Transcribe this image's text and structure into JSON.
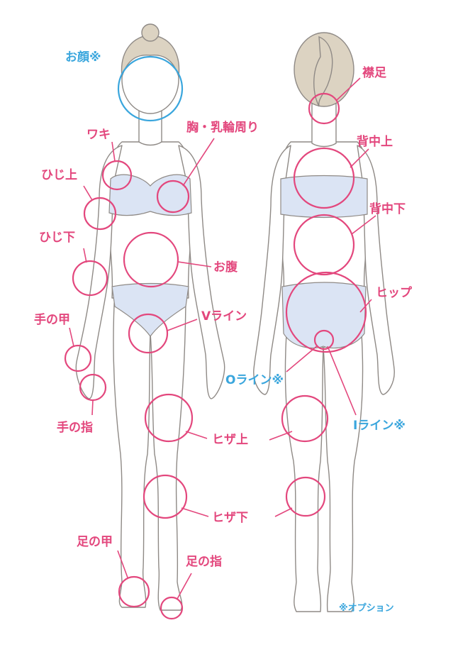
{
  "colors": {
    "pink": "#e3477d",
    "blue": "#3aa6dd",
    "line": "#8f8a86",
    "garment": "#dbe4f4",
    "hair": "#dcd3c2"
  },
  "labels": {
    "face": "お顔※",
    "armpit": "ワキ",
    "elbow_upper": "ひじ上",
    "elbow_lower": "ひじ下",
    "hand_back": "手の甲",
    "fingers": "手の指",
    "chest": "胸・乳輪周り",
    "belly": "お腹",
    "v_line": "Vライン",
    "knee_upper_front": "ヒザ上",
    "knee_lower_front": "ヒザ下",
    "foot_back": "足の甲",
    "toes": "足の指",
    "nape": "襟足",
    "upper_back": "背中上",
    "lower_back": "背中下",
    "hip": "ヒップ",
    "o_line": "Oライン※",
    "i_line": "Iライン※",
    "option_note": "※オプション"
  }
}
